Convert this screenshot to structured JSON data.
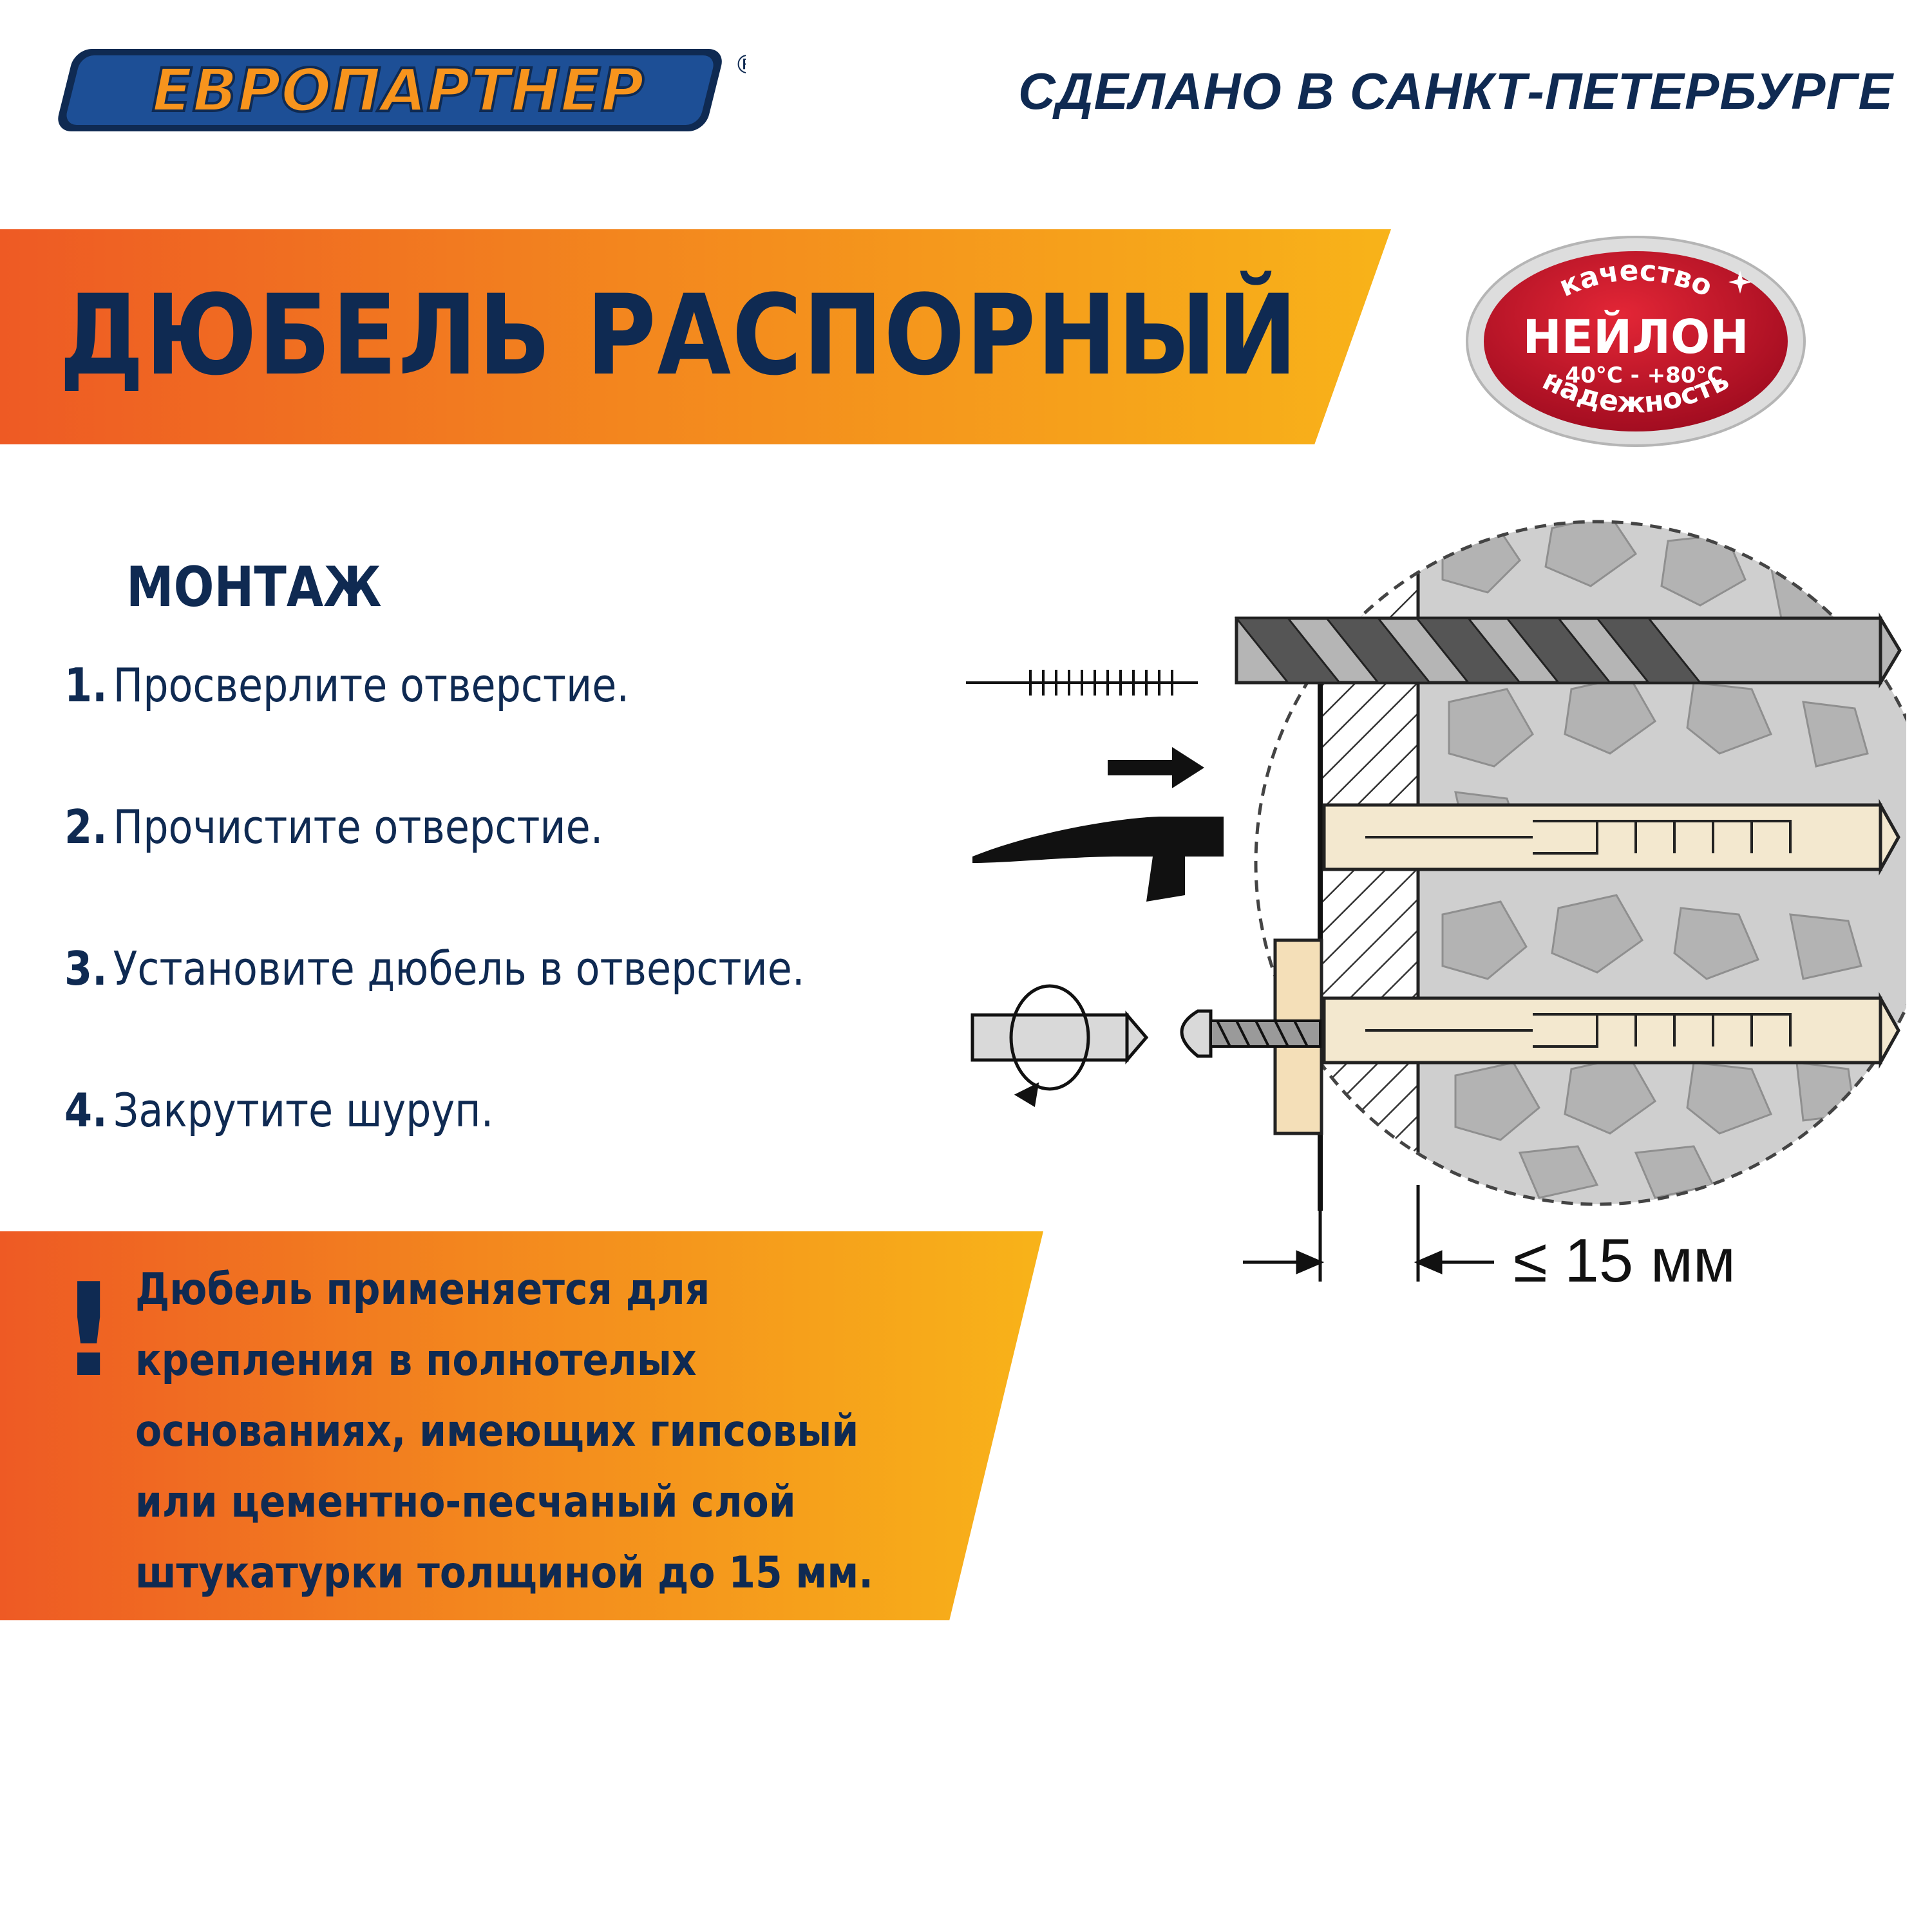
{
  "header": {
    "brand": "ЕВРОПАРТНЕР",
    "registered_mark": "®",
    "tagline": "СДЕЛАНО В САНКТ-ПЕТЕРБУРГЕ"
  },
  "title": "ДЮБЕЛЬ РАСПОРНЫЙ",
  "badge": {
    "top_text": "качество",
    "main_text": "НЕЙЛОН",
    "temp_text": "- 40°C - +80°C",
    "bottom_text": "надежность"
  },
  "mounting": {
    "heading": "МОНТАЖ",
    "steps": [
      {
        "num": "1.",
        "text": "Просверлите отверстие."
      },
      {
        "num": "2.",
        "text": "Прочистите отверстие."
      },
      {
        "num": "3.",
        "text": "Установите дюбель в отверстие."
      },
      {
        "num": "4.",
        "text": "Закрутите шуруп."
      }
    ]
  },
  "warning": {
    "mark": "!",
    "lines": [
      "Дюбель применяется для",
      "крепления в полнотелых",
      "основаниях, имеющих гипсовый",
      "или цементно-песчаный слой",
      "штукатурки толщиной до 15 мм."
    ]
  },
  "diagram": {
    "dimension_label": "≤ 15 мм"
  },
  "colors": {
    "navy": "#0f2a52",
    "orange": "#ee5a24",
    "yellow": "#f8b319",
    "badge_red": "#c8102e",
    "concrete": "#c9c9c9",
    "dowel": "#f3e8cf"
  }
}
